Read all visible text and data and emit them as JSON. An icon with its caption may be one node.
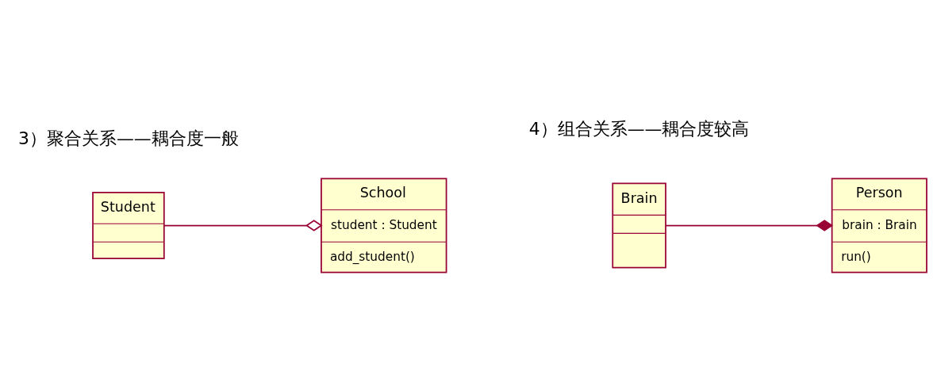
{
  "diagram": {
    "nodes": [
      {
        "text": [
          "Student"
        ]
      },
      {
        "text": [
          "School",
          "student : Student",
          "add_student()"
        ]
      },
      {
        "text": [
          "Brain"
        ]
      },
      {
        "text": [
          "Person",
          "brain : Brain",
          "run()"
        ]
      }
    ],
    "edges": [
      {
        "from": 0,
        "to": 1,
        "arrow": "other"
      },
      {
        "from": 2,
        "to": 3,
        "arrow": "other"
      }
    ],
    "labels": [
      "3）聚合关系——耦合度一般",
      "4）组合关系——耦合度较高"
    ]
  }
}
